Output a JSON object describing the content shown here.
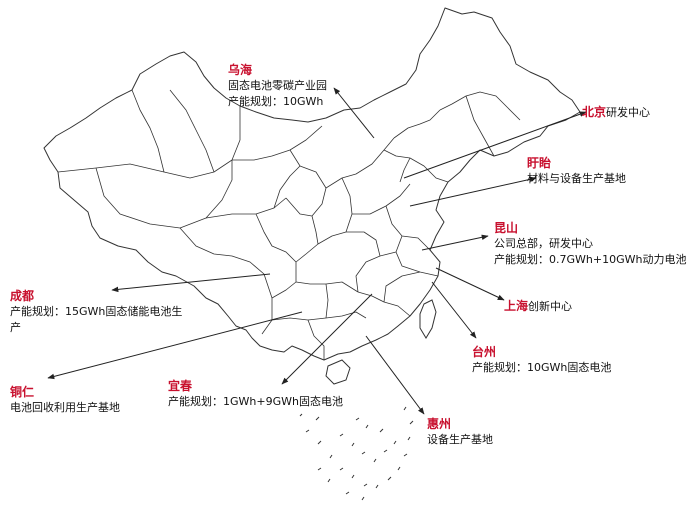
{
  "colors": {
    "city": "#c8102e",
    "text": "#111111",
    "province_fill": "#ffffff",
    "province_stroke": "#333333",
    "arrow": "#222222"
  },
  "locations": [
    {
      "id": "wuhai",
      "city": "乌海",
      "lines": [
        "固态电池零碳产业园",
        "产能规划：10GWh"
      ]
    },
    {
      "id": "beijing",
      "city": "北京",
      "suffix": "研发中心"
    },
    {
      "id": "xuyi",
      "city": "盱眙",
      "lines": [
        "材料与设备生产基地"
      ]
    },
    {
      "id": "kunshan",
      "city": "昆山",
      "lines": [
        "公司总部，研发中心",
        "产能规划：0.7GWh+10GWh动力电池"
      ]
    },
    {
      "id": "chengdu",
      "city": "成都",
      "lines": [
        "产能规划：15GWh固态储能电池生",
        "产"
      ]
    },
    {
      "id": "shanghai",
      "city": "上海",
      "suffix": "创新中心"
    },
    {
      "id": "taizhou",
      "city": "台州",
      "lines": [
        "产能规划：10GWh固态电池"
      ]
    },
    {
      "id": "tongren",
      "city": "铜仁",
      "lines": [
        "电池回收利用生产基地"
      ]
    },
    {
      "id": "yichun",
      "city": "宜春",
      "lines": [
        "产能规划：1GWh+9GWh固态电池"
      ]
    },
    {
      "id": "huizhou",
      "city": "惠州",
      "lines": [
        "设备生产基地"
      ]
    }
  ]
}
